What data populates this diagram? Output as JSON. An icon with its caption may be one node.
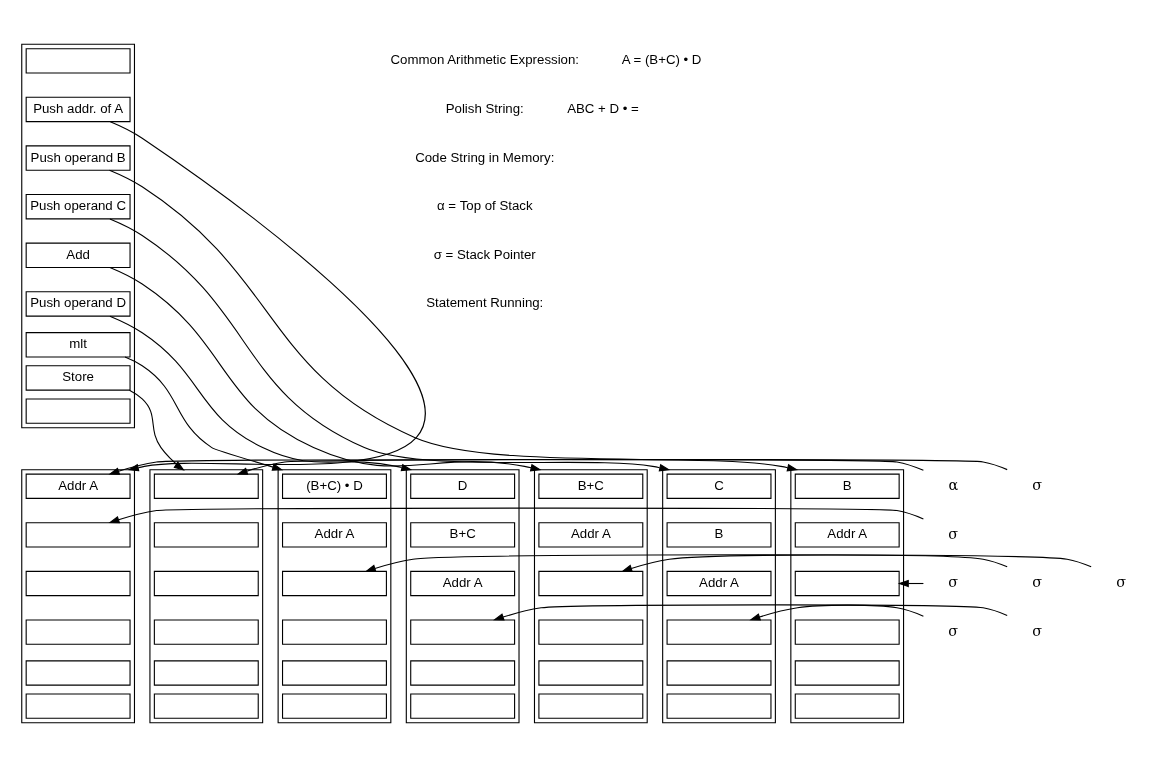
{
  "diagram": {
    "nodes": [
      {
        "text": [],
        "shape": "box"
      },
      {
        "text": [],
        "shape": "box",
        "in": 0
      },
      {
        "text": [
          "Push addr. of A"
        ],
        "in": 0
      },
      {
        "text": [
          "Push operand B"
        ],
        "in": 0
      },
      {
        "text": [
          "Push operand C"
        ],
        "in": 0
      },
      {
        "text": [
          "Add"
        ],
        "in": 0
      },
      {
        "text": [
          "Push operand D"
        ],
        "in": 0
      },
      {
        "text": [
          "mlt"
        ],
        "in": 0
      },
      {
        "text": [
          "Store"
        ],
        "in": 0
      },
      {
        "text": [],
        "shape": "box",
        "in": 0
      },
      {
        "text": [],
        "shape": "box"
      },
      {
        "text": [
          "Addr A"
        ],
        "in": 10
      },
      {
        "text": [],
        "shape": "box",
        "in": 10
      },
      {
        "text": [],
        "shape": "box",
        "in": 10
      },
      {
        "text": [],
        "shape": "box",
        "in": 10
      },
      {
        "text": [],
        "shape": "box",
        "in": 10
      },
      {
        "text": [],
        "shape": "box",
        "in": 10
      },
      {
        "text": [],
        "shape": "box"
      },
      {
        "text": [
          "B"
        ],
        "in": 17
      },
      {
        "text": [
          "Addr A"
        ],
        "in": 17
      },
      {
        "text": [],
        "shape": "box",
        "in": 17
      },
      {
        "text": [],
        "shape": "box",
        "in": 17
      },
      {
        "text": [],
        "shape": "box",
        "in": 17
      },
      {
        "text": [],
        "shape": "box",
        "in": 17
      },
      {
        "text": [],
        "shape": "box"
      },
      {
        "text": [
          "C"
        ],
        "in": 24
      },
      {
        "text": [
          "B"
        ],
        "in": 24
      },
      {
        "text": [
          "Addr A"
        ],
        "in": 24
      },
      {
        "text": [],
        "shape": "box",
        "in": 24
      },
      {
        "text": [],
        "shape": "box",
        "in": 24
      },
      {
        "text": [],
        "shape": "box",
        "in": 24
      },
      {
        "text": [],
        "shape": "box"
      },
      {
        "text": [
          "B+C"
        ],
        "in": 31
      },
      {
        "text": [
          "Addr A"
        ],
        "in": 31
      },
      {
        "text": [],
        "shape": "box",
        "in": 31
      },
      {
        "text": [],
        "shape": "box",
        "in": 31
      },
      {
        "text": [],
        "shape": "box",
        "in": 31
      },
      {
        "text": [],
        "shape": "box",
        "in": 31
      },
      {
        "text": [],
        "shape": "box"
      },
      {
        "text": [
          "D"
        ],
        "in": 38
      },
      {
        "text": [
          "B+C"
        ],
        "in": 38
      },
      {
        "text": [
          "Addr A"
        ],
        "in": 38
      },
      {
        "text": [],
        "shape": "box",
        "in": 38
      },
      {
        "text": [],
        "shape": "box",
        "in": 38
      },
      {
        "text": [],
        "shape": "box",
        "in": 38
      },
      {
        "text": [],
        "shape": "box"
      },
      {
        "text": [
          "(B+C) • D"
        ],
        "in": 45
      },
      {
        "text": [
          "Addr A"
        ],
        "in": 45
      },
      {
        "text": [],
        "shape": "box",
        "in": 45
      },
      {
        "text": [],
        "shape": "box",
        "in": 45
      },
      {
        "text": [],
        "shape": "box",
        "in": 45
      },
      {
        "text": [],
        "shape": "box",
        "in": 45
      },
      {
        "text": [],
        "shape": "box"
      },
      {
        "text": [],
        "shape": "box",
        "in": 52
      },
      {
        "text": [],
        "shape": "box",
        "in": 52
      },
      {
        "text": [],
        "shape": "box",
        "in": 52
      },
      {
        "text": [],
        "shape": "box",
        "in": 52
      },
      {
        "text": [],
        "shape": "box",
        "in": 52
      },
      {
        "text": [],
        "shape": "box",
        "in": 52
      },
      {
        "text": [
          "α"
        ]
      },
      {
        "text": [
          "σ"
        ]
      },
      {
        "text": [
          "σ"
        ]
      },
      {
        "text": [
          "σ"
        ]
      },
      {
        "text": [
          "σ"
        ]
      },
      {
        "text": [
          "σ"
        ]
      },
      {
        "text": [
          "σ"
        ]
      },
      {
        "text": [
          "σ"
        ]
      }
    ],
    "edges": [
      {
        "from": 2,
        "to": 10,
        "arrow": "to"
      },
      {
        "from": 3,
        "to": 17,
        "arrow": "to"
      },
      {
        "from": 4,
        "to": 24,
        "arrow": "to"
      },
      {
        "from": 5,
        "to": 31,
        "arrow": "to"
      },
      {
        "from": 6,
        "to": 38,
        "arrow": "to"
      },
      {
        "from": 7,
        "to": 45,
        "arrow": "to"
      },
      {
        "from": 8,
        "to": 52,
        "arrow": "to"
      },
      {
        "from": 59,
        "to": 11,
        "arrow": "to"
      },
      {
        "from": 60,
        "to": 12,
        "arrow": "to"
      },
      {
        "from": 61,
        "to": 20,
        "arrow": "to"
      },
      {
        "from": 62,
        "to": 28,
        "arrow": "to"
      },
      {
        "from": 63,
        "to": 34,
        "arrow": "to"
      },
      {
        "from": 64,
        "to": 42,
        "arrow": "to"
      },
      {
        "from": 65,
        "to": 48,
        "arrow": "to"
      },
      {
        "from": 66,
        "to": 53,
        "arrow": "to"
      }
    ],
    "labels": [
      "Common Arithmetic Expression:",
      "A = (B+C) • D",
      "Polish String:",
      "ABC + D • =",
      "Code String in Memory:",
      "α = Top of Stack",
      "σ = Stack Pointer",
      "Statement Running:"
    ]
  }
}
